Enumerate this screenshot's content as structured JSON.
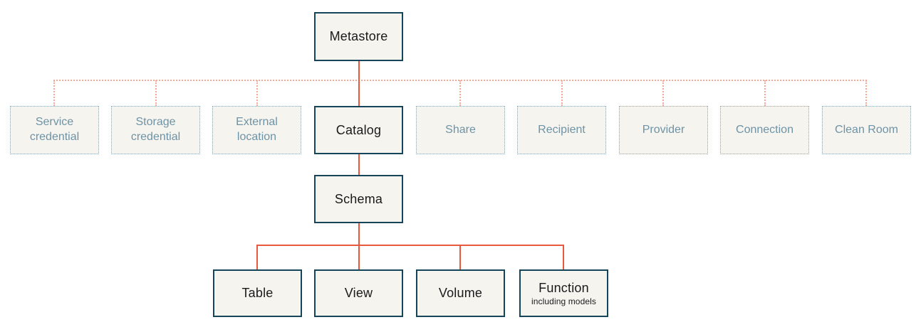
{
  "diagram": {
    "type": "hierarchy",
    "nodes": {
      "metastore": {
        "label": "Metastore",
        "style": "solid"
      },
      "service_credential": {
        "label": "Service credential",
        "style": "dotted"
      },
      "storage_credential": {
        "label": "Storage credential",
        "style": "dotted"
      },
      "external_location": {
        "label": "External location",
        "style": "dotted"
      },
      "catalog": {
        "label": "Catalog",
        "style": "solid"
      },
      "share": {
        "label": "Share",
        "style": "dotted"
      },
      "recipient": {
        "label": "Recipient",
        "style": "dotted"
      },
      "provider": {
        "label": "Provider",
        "style": "dotted"
      },
      "connection": {
        "label": "Connection",
        "style": "dotted"
      },
      "clean_room": {
        "label": "Clean Room",
        "style": "dotted"
      },
      "schema": {
        "label": "Schema",
        "style": "solid"
      },
      "table": {
        "label": "Table",
        "style": "solid"
      },
      "view": {
        "label": "View",
        "style": "solid"
      },
      "volume": {
        "label": "Volume",
        "style": "solid"
      },
      "function": {
        "label": "Function",
        "sublabel": "including models",
        "style": "solid"
      }
    },
    "edges": {
      "solid": [
        [
          "metastore",
          "catalog"
        ],
        [
          "catalog",
          "schema"
        ],
        [
          "schema",
          "table"
        ],
        [
          "schema",
          "view"
        ],
        [
          "schema",
          "volume"
        ],
        [
          "schema",
          "function"
        ]
      ],
      "dotted_from_metastore": [
        "service_credential",
        "storage_credential",
        "external_location",
        "share",
        "recipient",
        "provider",
        "connection",
        "clean_room"
      ]
    },
    "colors": {
      "solid_connector": "#e8583c",
      "dotted_connector": "#f6a795",
      "solid_border": "#15455a",
      "dotted_border": "#8aa4b2",
      "dotted_text": "#6d93a6",
      "node_fill": "#f6f4ef",
      "node_text": "#1a1a1a",
      "background": "#ffffff"
    }
  }
}
